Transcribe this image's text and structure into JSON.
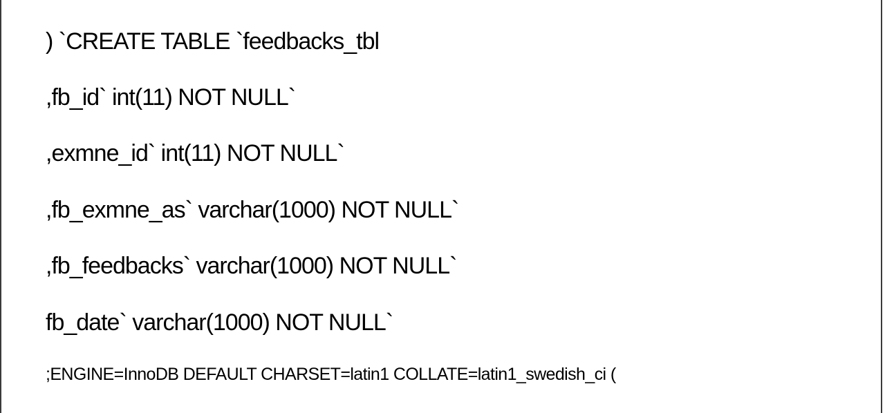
{
  "document": {
    "lines": [
      ") `CREATE TABLE `feedbacks_tbl",
      ",fb_id` int(11) NOT NULL`",
      ",exmne_id` int(11) NOT NULL`",
      ",fb_exmne_as` varchar(1000) NOT NULL`",
      ",fb_feedbacks` varchar(1000) NOT NULL`",
      "fb_date` varchar(1000) NOT NULL`",
      ";ENGINE=InnoDB DEFAULT CHARSET=latin1 COLLATE=latin1_swedish_ci ("
    ]
  }
}
